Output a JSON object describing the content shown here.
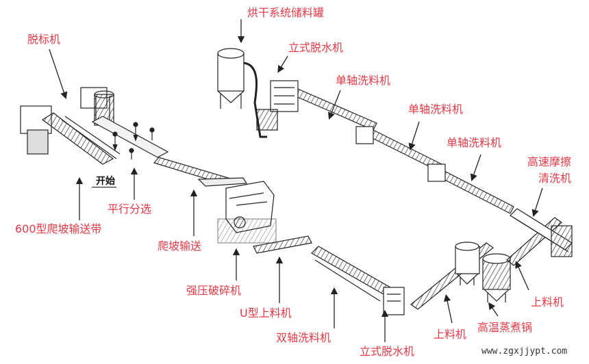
{
  "labels": {
    "dryer_tank": "烘干系统储料罐",
    "vertical_dewater_top": "立式脱水机",
    "label_remover": "脱标机",
    "single_shaft_washer_1": "单轴洗料机",
    "single_shaft_washer_2": "单轴洗料机",
    "single_shaft_washer_3": "单轴洗料机",
    "friction_washer_line1": "高速摩擦",
    "friction_washer_line2": "清洗机",
    "start": "开始",
    "parallel_sorting": "平行分选",
    "conveyor_600": "600型爬坡输送带",
    "climbing_conveyor": "爬坡输送",
    "crusher": "强压破碎机",
    "u_feeder": "U型上料机",
    "twin_shaft_washer": "双轴洗料机",
    "vertical_dewater_bottom": "立式脱水机",
    "feeder_left": "上料机",
    "cooking_pot": "高温蒸煮锅",
    "feeder_right": "上料机"
  },
  "watermark": "www.zgxjjypt.com",
  "colors": {
    "label": "#e23a46",
    "line": "#222222"
  }
}
